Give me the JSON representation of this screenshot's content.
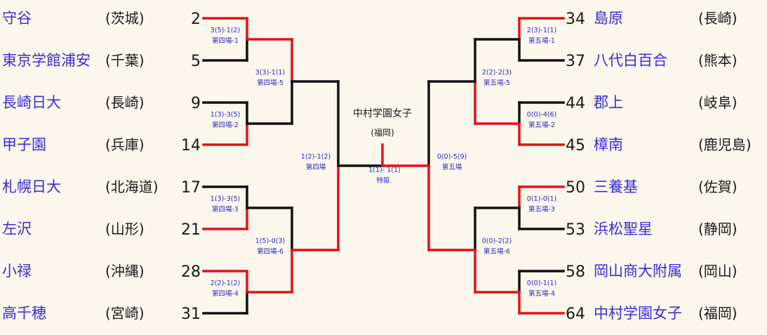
{
  "colors": {
    "winner_line": "#e4111b",
    "loser_line": "#111111",
    "team_text": "#3a2cd6",
    "score_text": "#2a2ac8"
  },
  "left_teams": [
    {
      "name": "守谷",
      "pref": "(茨城)",
      "seed": "2"
    },
    {
      "name": "東京学館浦安",
      "pref": "(千葉)",
      "seed": "5"
    },
    {
      "name": "長崎日大",
      "pref": "(長崎)",
      "seed": "9"
    },
    {
      "name": "甲子園",
      "pref": "(兵庫)",
      "seed": "14"
    },
    {
      "name": "札幌日大",
      "pref": "(北海道)",
      "seed": "17"
    },
    {
      "name": "左沢",
      "pref": "(山形)",
      "seed": "21"
    },
    {
      "name": "小禄",
      "pref": "(沖縄)",
      "seed": "28"
    },
    {
      "name": "高千穂",
      "pref": "(宮崎)",
      "seed": "31"
    }
  ],
  "right_teams": [
    {
      "name": "島原",
      "pref": "(長崎)",
      "seed": "34"
    },
    {
      "name": "八代白百合",
      "pref": "(熊本)",
      "seed": "37"
    },
    {
      "name": "郡上",
      "pref": "(岐阜)",
      "seed": "44"
    },
    {
      "name": "樟南",
      "pref": "(鹿児島)",
      "seed": "45"
    },
    {
      "name": "三養基",
      "pref": "(佐賀)",
      "seed": "50"
    },
    {
      "name": "浜松聖星",
      "pref": "(静岡)",
      "seed": "53"
    },
    {
      "name": "岡山商大附属",
      "pref": "(岡山)",
      "seed": "58"
    },
    {
      "name": "中村学園女子",
      "pref": "(福岡)",
      "seed": "64"
    }
  ],
  "left_r1": [
    {
      "score": "3(5)-1(2)",
      "venue": "第四場-1",
      "winner": "top"
    },
    {
      "score": "1(3)-3(5)",
      "venue": "第四場-2",
      "winner": "bottom"
    },
    {
      "score": "1(3)-3(5)",
      "venue": "第四場-3",
      "winner": "bottom"
    },
    {
      "score": "2(2)-1(2)",
      "venue": "第四場-4",
      "winner": "top"
    }
  ],
  "left_r2": [
    {
      "score": "3(3)-1(1)",
      "venue": "第四場-5",
      "winner": "top"
    },
    {
      "score": "1(5)-0(3)",
      "venue": "第四場-6",
      "winner": "bottom"
    }
  ],
  "left_r3": {
    "score": "1(2)-1(2)",
    "venue": "第四場",
    "winner": "bottom"
  },
  "right_r1": [
    {
      "score": "2(3)-1(1)",
      "venue": "第五場-1",
      "winner": "top"
    },
    {
      "score": "0(0)-4(6)",
      "venue": "第五場-2",
      "winner": "bottom"
    },
    {
      "score": "0(1)-0(1)",
      "venue": "第五場-3",
      "winner": "top"
    },
    {
      "score": "0(0)-1(1)",
      "venue": "第五場-4",
      "winner": "bottom"
    }
  ],
  "right_r2": [
    {
      "score": "2(2)-2(3)",
      "venue": "第五場-5",
      "winner": "bottom"
    },
    {
      "score": "0(0)-2(2)",
      "venue": "第五場-6",
      "winner": "bottom"
    }
  ],
  "right_r3": {
    "score": "0(0)-5(9)",
    "venue": "第五場",
    "winner": "bottom"
  },
  "final": {
    "score": "1(1)- 1(1)",
    "venue": "特設",
    "winner": "right"
  },
  "champion": {
    "name": "中村学園女子",
    "pref": "(福岡)"
  }
}
